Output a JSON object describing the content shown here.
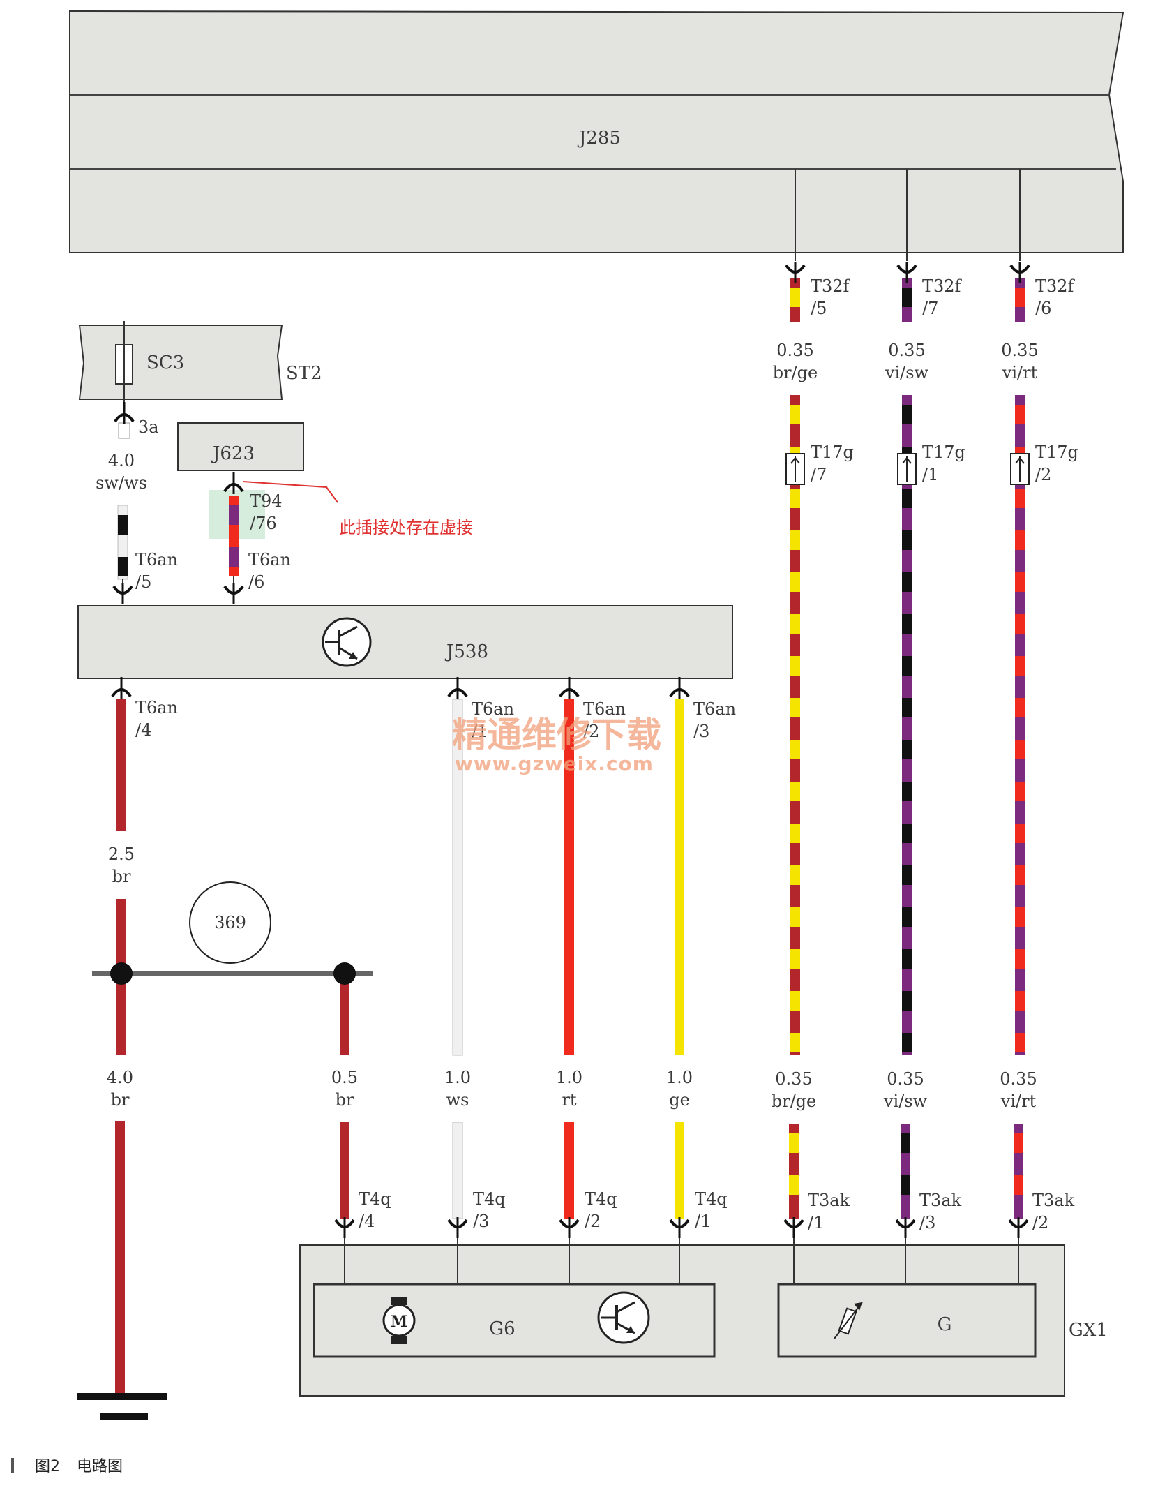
{
  "colors": {
    "br": "#b3262c",
    "ge": "#f5e400",
    "rt": "#f02a1c",
    "ws": "#f0f0f0",
    "sw": "#111111",
    "vi": "#7b2a7e",
    "box_fill": "#e3e3e0",
    "line": "#333333",
    "note": "#e03030"
  },
  "components": {
    "j285": "J285",
    "sc3": "SC3",
    "st2": "ST2",
    "j623": "J623",
    "j538": "J538",
    "g6": "G6",
    "g": "G",
    "gx1": "GX1",
    "ground_point": "369"
  },
  "connectors": {
    "t32f_5": [
      "T32f",
      "/5"
    ],
    "t32f_7": [
      "T32f",
      "/7"
    ],
    "t32f_6": [
      "T32f",
      "/6"
    ],
    "sc3_3a": [
      "3a"
    ],
    "t94_76": [
      "T94",
      "/76"
    ],
    "t6an_5": [
      "T6an",
      "/5"
    ],
    "t6an_6": [
      "T6an",
      "/6"
    ],
    "t17g_7": [
      "T17g",
      "/7"
    ],
    "t17g_1": [
      "T17g",
      "/1"
    ],
    "t17g_2": [
      "T17g",
      "/2"
    ],
    "t6an_4": [
      "T6an",
      "/4"
    ],
    "t6an_1": [
      "T6an",
      "/1"
    ],
    "t6an_2": [
      "T6an",
      "/2"
    ],
    "t6an_3": [
      "T6an",
      "/3"
    ],
    "t4q_4": [
      "T4q",
      "/4"
    ],
    "t4q_3": [
      "T4q",
      "/3"
    ],
    "t4q_2": [
      "T4q",
      "/2"
    ],
    "t4q_1": [
      "T4q",
      "/1"
    ],
    "t3ak_1": [
      "T3ak",
      "/1"
    ],
    "t3ak_3": [
      "T3ak",
      "/3"
    ],
    "t3ak_2": [
      "T3ak",
      "/2"
    ]
  },
  "wires": {
    "top_brge": [
      "0.35",
      "br/ge"
    ],
    "top_visw": [
      "0.35",
      "vi/sw"
    ],
    "top_virt": [
      "0.35",
      "vi/rt"
    ],
    "sc3_out": [
      "4.0",
      "sw/ws"
    ],
    "j538_br": [
      "2.5",
      "br"
    ],
    "ground_br": [
      "4.0",
      "br"
    ],
    "g6_br": [
      "0.5",
      "br"
    ],
    "g6_ws": [
      "1.0",
      "ws"
    ],
    "g6_rt": [
      "1.0",
      "rt"
    ],
    "g6_ge": [
      "1.0",
      "ge"
    ],
    "bot_brge": [
      "0.35",
      "br/ge"
    ],
    "bot_visw": [
      "0.35",
      "vi/sw"
    ],
    "bot_virt": [
      "0.35",
      "vi/rt"
    ]
  },
  "annotation": "此插接处存在虚接",
  "watermark": {
    "line1": "精通维修下载",
    "line2": "www.gzweix.com"
  },
  "caption": {
    "figure": "图2",
    "title": "电路图"
  }
}
